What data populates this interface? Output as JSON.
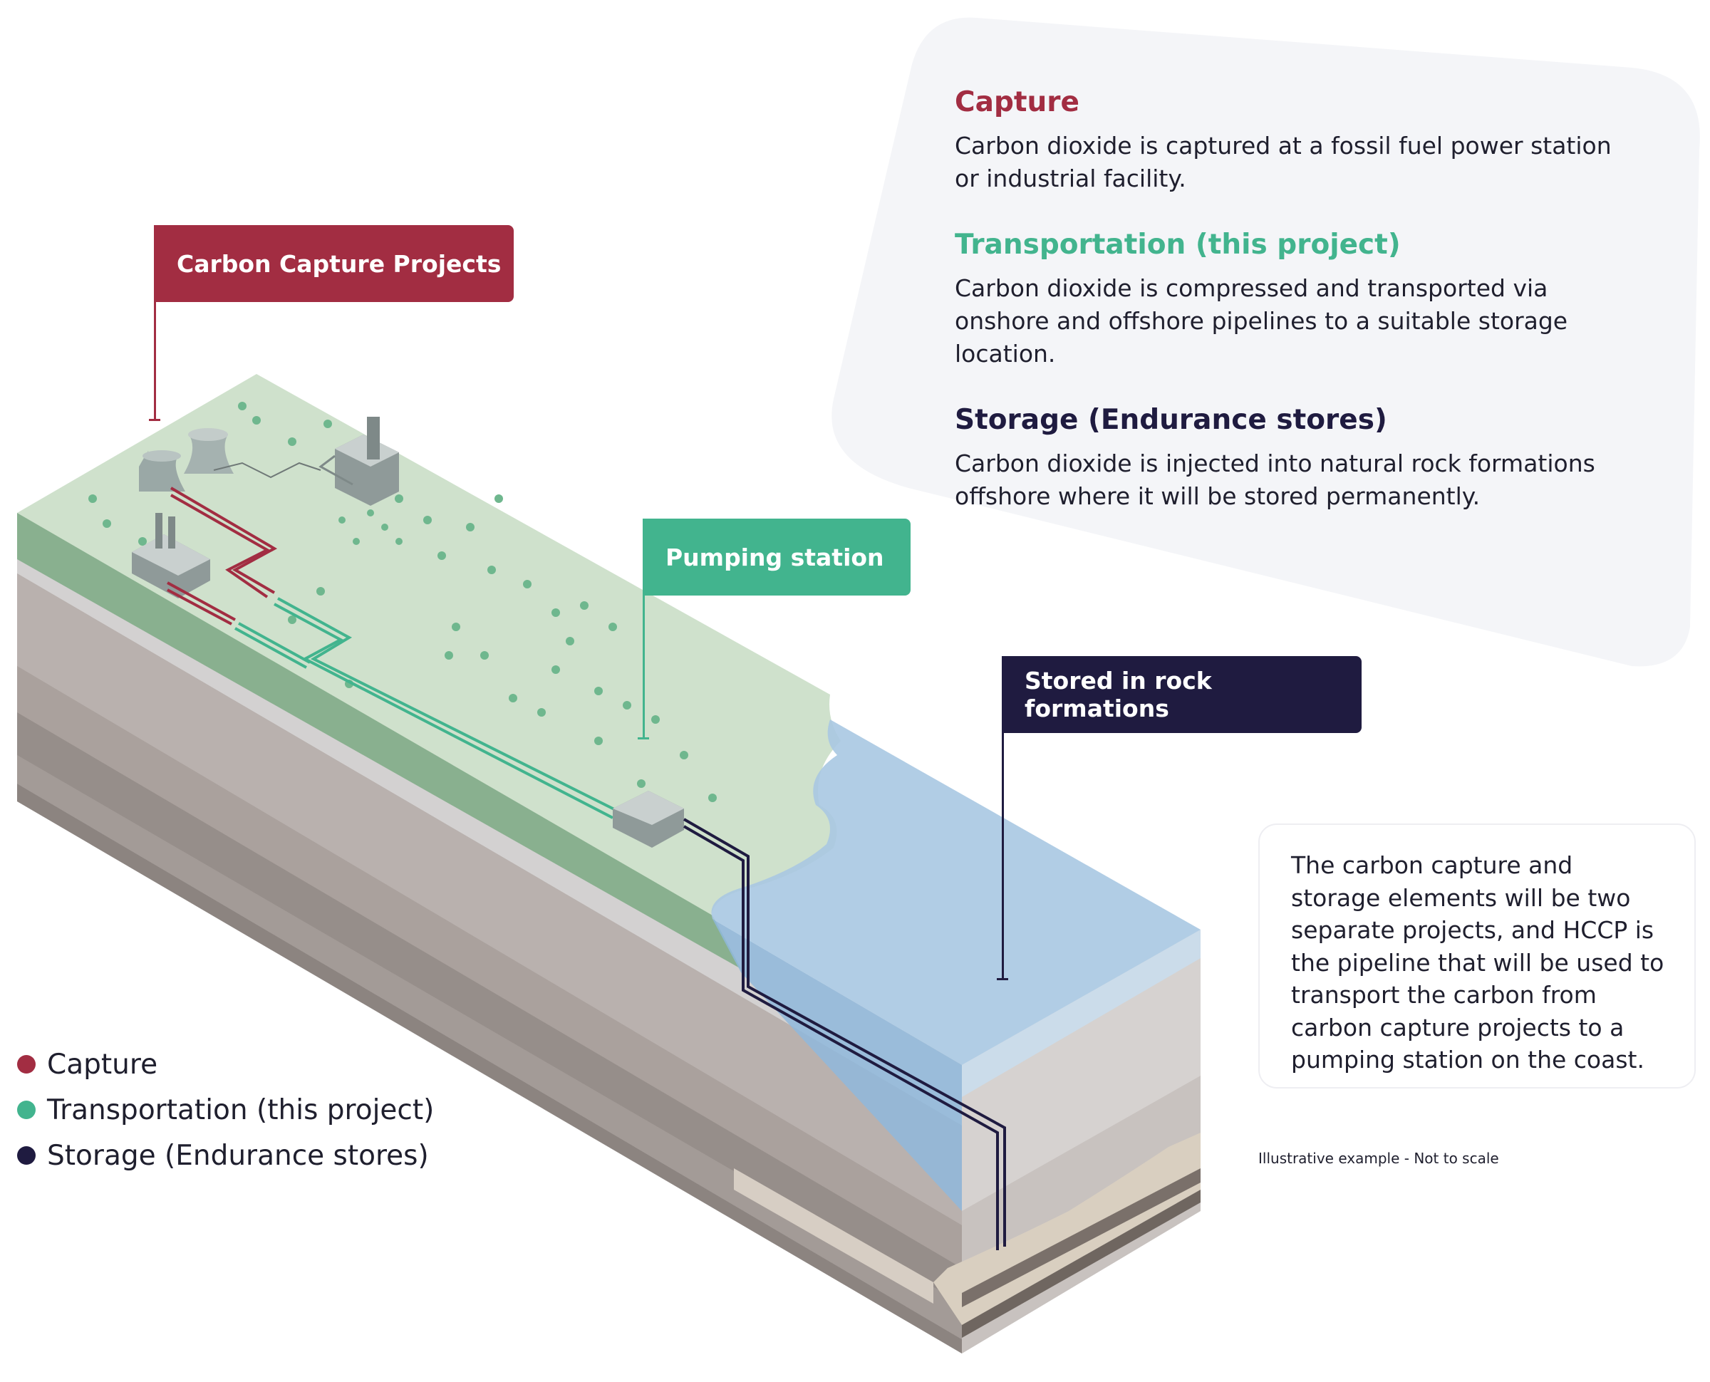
{
  "colors": {
    "capture": "#a22d42",
    "transport": "#42b48e",
    "storage": "#1f1b40",
    "land": "#cfe1cc",
    "sea": "#a8c8e2"
  },
  "info": [
    {
      "title": "Capture",
      "text": "Carbon dioxide is captured at a fossil fuel power station or industrial facility."
    },
    {
      "title": "Transportation (this project)",
      "text": "Carbon dioxide is compressed and transported via onshore and offshore pipelines to a suitable storage location."
    },
    {
      "title": "Storage (Endurance stores)",
      "text": "Carbon dioxide is injected into natural rock formations offshore where it will be stored permanently."
    }
  ],
  "flags": {
    "capture": "Carbon Capture Projects",
    "pumping": "Pumping station",
    "storage": "Stored in rock formations"
  },
  "note": "The carbon capture and storage elements will be two separate projects, and HCCP is the pipeline that will be used to transport the carbon from carbon capture projects to a pumping station on the coast.",
  "disclaimer": "Illustrative example - Not to scale",
  "legend": [
    {
      "label": "Capture",
      "icon": "dot-icon"
    },
    {
      "label": "Transportation (this project)",
      "icon": "dot-icon"
    },
    {
      "label": "Storage (Endurance stores)",
      "icon": "dot-icon"
    }
  ]
}
